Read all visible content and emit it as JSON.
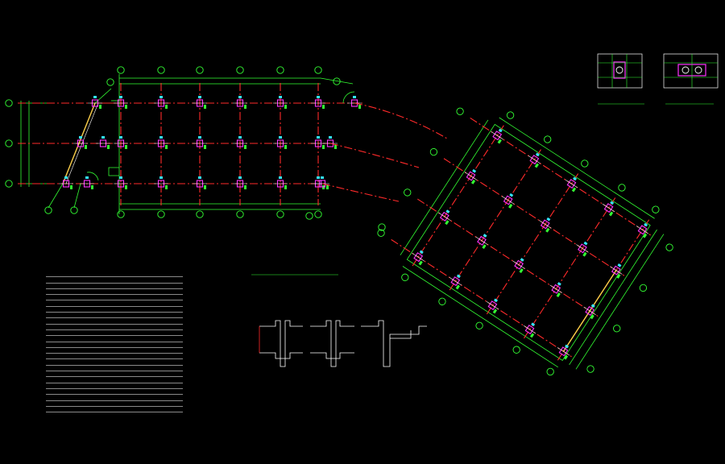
{
  "drawing": {
    "background": "#000000",
    "colors": {
      "grid_axis": "#ff2a2a",
      "dimension": "#33ff33",
      "column": "#ff33ff",
      "tag": "#33e6ff",
      "text": "#ffffff",
      "notes": "#ff8a3c",
      "diagonal_member": "#ffd24a"
    },
    "icons": [
      "axis-bubble",
      "column-marker",
      "section-detail",
      "column-detail"
    ]
  },
  "column_details": {
    "left_label": "",
    "right_label": ""
  },
  "sections": {
    "title_left": "",
    "title_right": "",
    "scale": "",
    "labels": [
      "",
      "",
      ""
    ]
  },
  "notes": {
    "heading": "",
    "lines": [
      "",
      "",
      "",
      "",
      "",
      "",
      "",
      "",
      "",
      "",
      "",
      "",
      "",
      "",
      "",
      "",
      "",
      "",
      "",
      "",
      "",
      "",
      "",
      ""
    ]
  }
}
